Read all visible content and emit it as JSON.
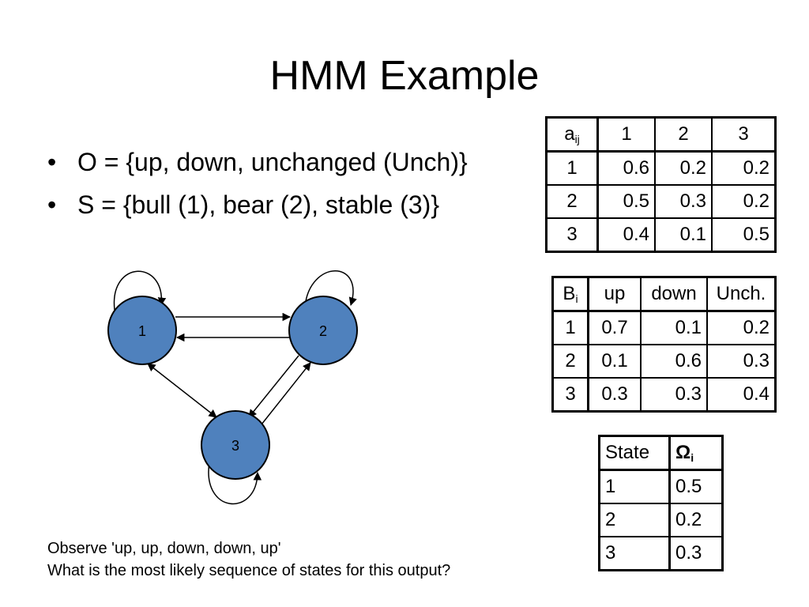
{
  "title": "HMM Example",
  "bullets": [
    {
      "marker": "•",
      "text": "O = {up, down, unchanged (Unch)}"
    },
    {
      "marker": "•",
      "text": "S = {bull (1), bear (2), stable (3)}"
    }
  ],
  "diagram": {
    "nodes": [
      {
        "label": "1"
      },
      {
        "label": "2"
      },
      {
        "label": "3"
      }
    ],
    "node_color": "#4f81bd",
    "node_stroke": "#000000"
  },
  "transition_table": {
    "header_main": "a",
    "header_sub": "ij",
    "columns": [
      "1",
      "2",
      "3"
    ],
    "rows": [
      {
        "state": "1",
        "values": [
          "0.6",
          "0.2",
          "0.2"
        ]
      },
      {
        "state": "2",
        "values": [
          "0.5",
          "0.3",
          "0.2"
        ]
      },
      {
        "state": "3",
        "values": [
          "0.4",
          "0.1",
          "0.5"
        ]
      }
    ]
  },
  "emission_table": {
    "header_main": "B",
    "header_sub": "i",
    "columns": [
      "up",
      "down",
      "Unch."
    ],
    "rows": [
      {
        "state": "1",
        "values": [
          "0.7",
          "0.1",
          "0.2"
        ]
      },
      {
        "state": "2",
        "values": [
          "0.1",
          "0.6",
          "0.3"
        ]
      },
      {
        "state": "3",
        "values": [
          "0.3",
          "0.3",
          "0.4"
        ]
      }
    ]
  },
  "initial_table": {
    "header_state": "State",
    "header_omega_main": "Ω",
    "header_omega_sub": "i",
    "rows": [
      {
        "state": "1",
        "value": "0.5"
      },
      {
        "state": "2",
        "value": "0.2"
      },
      {
        "state": "3",
        "value": "0.3"
      }
    ]
  },
  "observe": {
    "line1": "Observe 'up, up, down, down, up'",
    "line2": "What is the most likely sequence of states for this output?"
  }
}
